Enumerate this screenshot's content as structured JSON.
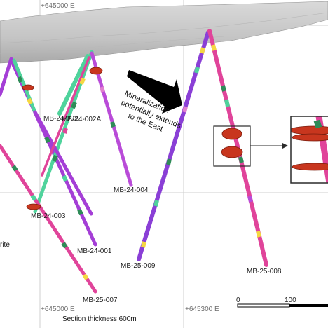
{
  "grid": {
    "top_easting_label": "+645000 E",
    "bottom_left_label": "+645000 E",
    "bottom_right_label": "+645300 E"
  },
  "annotation": {
    "lines": [
      "Mineralization",
      "potentially extends",
      "to the East"
    ]
  },
  "holes": [
    {
      "id": "hole-mb-24-001",
      "label": "MB-24-001"
    },
    {
      "id": "hole-mb-24-002",
      "label": "MB-24-002"
    },
    {
      "id": "hole-mb-24-002a",
      "label": "MB-24-002A"
    },
    {
      "id": "hole-mb-24-003",
      "label": "MB-24-003"
    },
    {
      "id": "hole-mb-24-004",
      "label": "MB-24-004"
    },
    {
      "id": "hole-mb-25-007",
      "label": "MB-25-007"
    },
    {
      "id": "hole-mb-25-008",
      "label": "MB-25-008"
    },
    {
      "id": "hole-mb-25-009",
      "label": "MB-25-009"
    }
  ],
  "legend_fragment": "rite",
  "section_thickness": "Section thickness 600m",
  "scale_bar": {
    "ticks": [
      "0",
      "100"
    ]
  },
  "colors": {
    "pink_hole": "#e0449a",
    "purple_hole": "#a43ed6",
    "green_hole": "#4fd39c",
    "violet_hole": "#8a3fd6",
    "mineralization_disc": "#c8361e",
    "surface": "#c9c9c9"
  }
}
